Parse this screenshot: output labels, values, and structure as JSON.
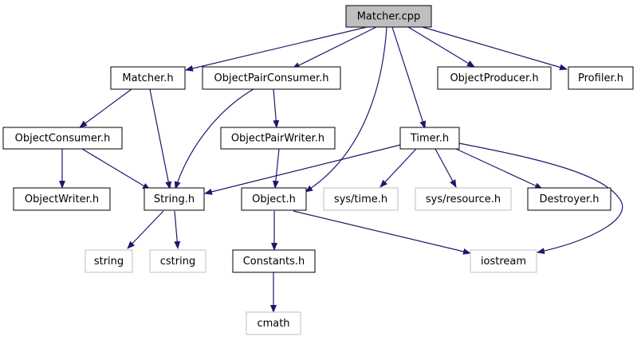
{
  "colors": {
    "edge": "#191970",
    "root_fill": "#bfbfbf",
    "node_border": "#000000",
    "external_border": "#bfbfbf",
    "text": "#000000"
  },
  "nodes": {
    "matcher_cpp": "Matcher.cpp",
    "matcher_h": "Matcher.h",
    "object_pair_consumer_h": "ObjectPairConsumer.h",
    "object_producer_h": "ObjectProducer.h",
    "profiler_h": "Profiler.h",
    "object_consumer_h": "ObjectConsumer.h",
    "object_pair_writer_h": "ObjectPairWriter.h",
    "timer_h": "Timer.h",
    "object_writer_h": "ObjectWriter.h",
    "string_h": "String.h",
    "object_h": "Object.h",
    "sys_time_h": "sys/time.h",
    "sys_resource_h": "sys/resource.h",
    "destroyer_h": "Destroyer.h",
    "string": "string",
    "cstring": "cstring",
    "constants_h": "Constants.h",
    "iostream": "iostream",
    "cmath": "cmath"
  }
}
